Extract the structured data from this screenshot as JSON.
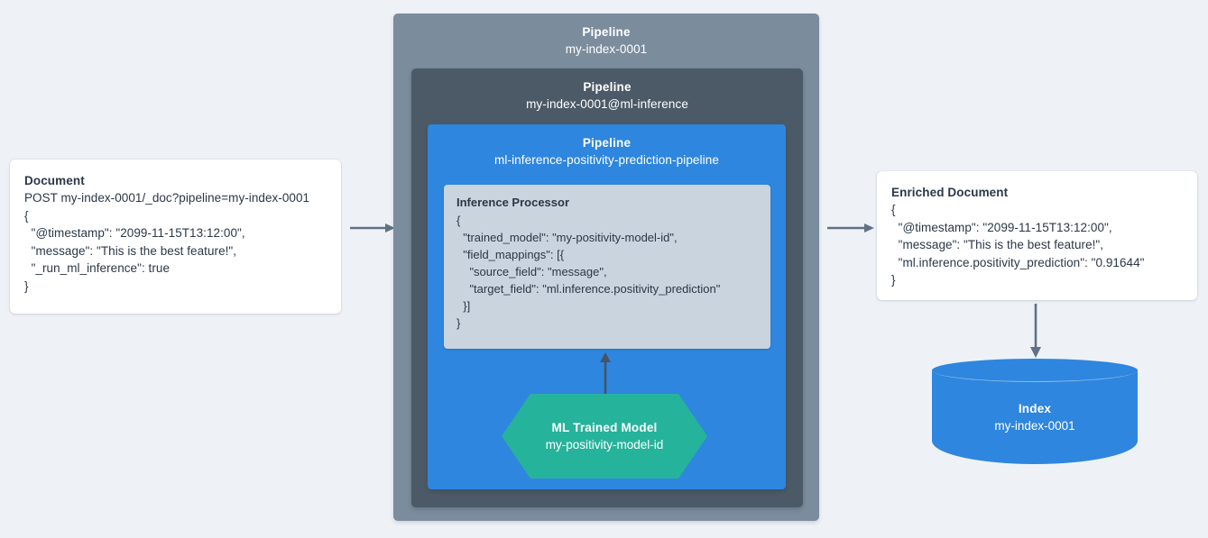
{
  "colors": {
    "background": "#eef2f7",
    "pipeline_outer": "#7b8c9d",
    "pipeline_mid": "#4c5a67",
    "pipeline_inner": "#2e86de",
    "processor": "#c9d4de",
    "model_hexagon": "#26b39b",
    "index_cylinder": "#2e86de",
    "arrow": "#5f7184",
    "card": "#ffffff",
    "text_dark": "#2b3747",
    "text_light": "#ffffff"
  },
  "document_card": {
    "title": "Document",
    "request": "POST my-index-0001/_doc?pipeline=my-index-0001",
    "body": "{\n  \"@timestamp\": \"2099-11-15T13:12:00\",\n  \"message\": \"This is the best feature!\",\n  \"_run_ml_inference\": true\n}"
  },
  "pipelines": {
    "outer": {
      "label": "Pipeline",
      "name": "my-index-0001"
    },
    "middle": {
      "label": "Pipeline",
      "name": "my-index-0001@ml-inference"
    },
    "inner": {
      "label": "Pipeline",
      "name": "ml-inference-positivity-prediction-pipeline"
    }
  },
  "processor": {
    "title": "Inference Processor",
    "body": "{\n  \"trained_model\": \"my-positivity-model-id\",\n  \"field_mappings\": [{\n    \"source_field\": \"message\",\n    \"target_field\": \"ml.inference.positivity_prediction\"\n  }]\n}"
  },
  "model": {
    "label": "ML Trained Model",
    "name": "my-positivity-model-id"
  },
  "enriched_card": {
    "title": "Enriched Document",
    "body": "{\n  \"@timestamp\": \"2099-11-15T13:12:00\",\n  \"message\": \"This is the best feature!\",\n  \"ml.inference.positivity_prediction\": \"0.91644\"\n}"
  },
  "index": {
    "label": "Index",
    "name": "my-index-0001"
  }
}
